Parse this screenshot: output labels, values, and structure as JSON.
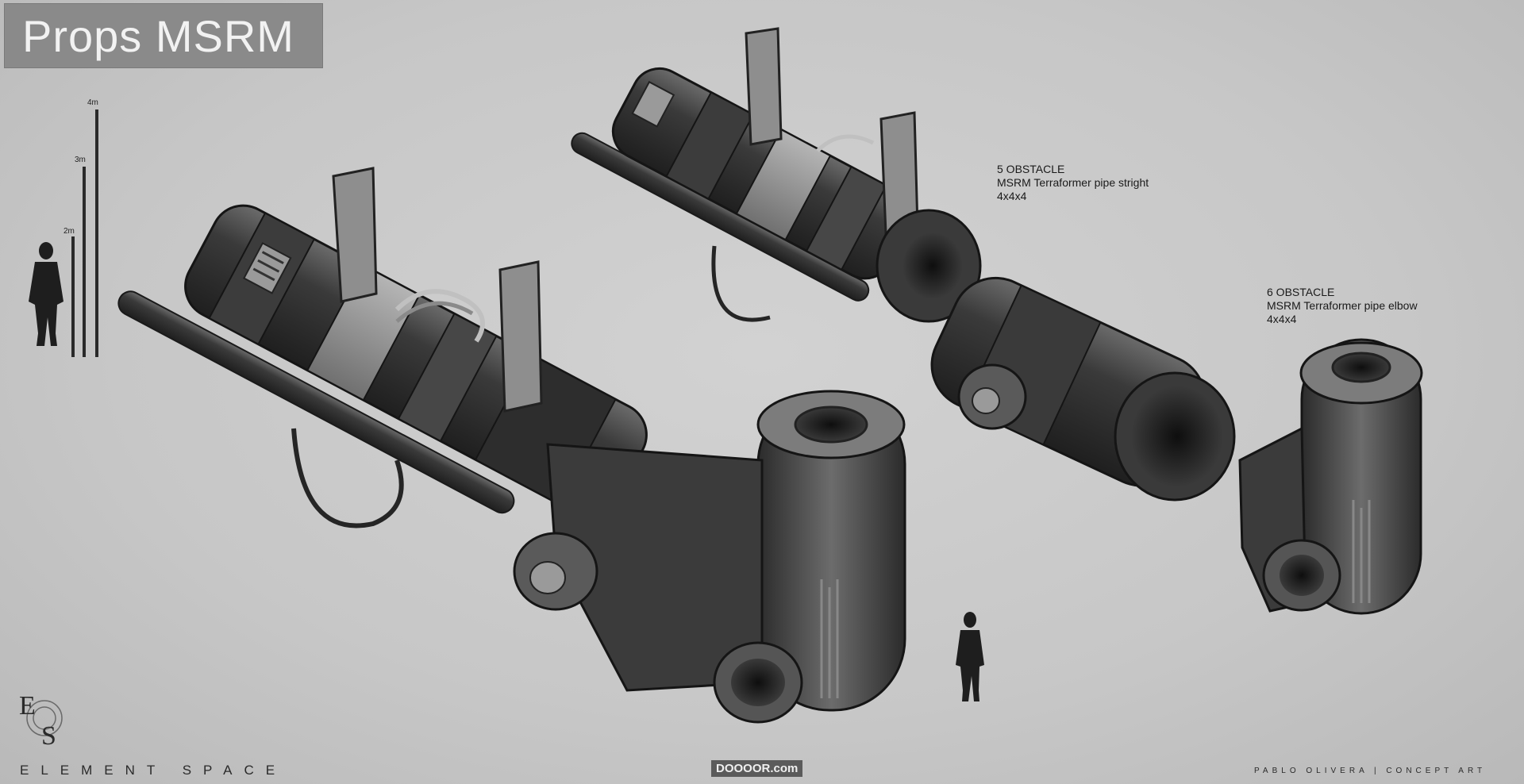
{
  "title": "Props MSRM",
  "scale": {
    "labels": [
      "4m",
      "3m",
      "2m"
    ]
  },
  "obstacles": [
    {
      "number": "5  OBSTACLE",
      "name": "MSRM Terraformer pipe stright",
      "size": "4x4x4"
    },
    {
      "number": "6  OBSTACLE",
      "name": "MSRM Terraformer pipe elbow",
      "size": "4x4x4"
    }
  ],
  "brand": {
    "logo_letters": "ES",
    "name": "ELEMENT SPACE"
  },
  "credit": "PABLO OLIVERA | CONCEPT ART",
  "watermark": "DOOOOR.com",
  "colors": {
    "background": "#c9c9c9",
    "title_box": "#8a8a8a",
    "metal_dark": "#2e2e2e",
    "metal_mid": "#5a5a5a",
    "metal_light": "#9a9a9a"
  }
}
